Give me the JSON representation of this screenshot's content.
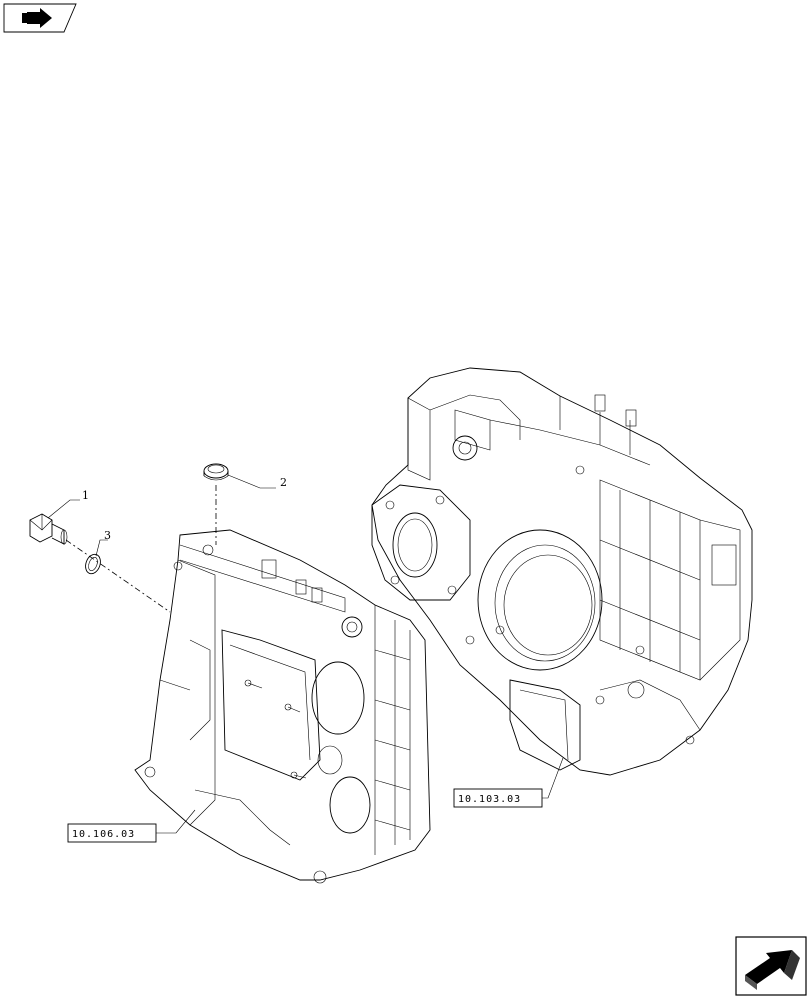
{
  "diagram": {
    "callouts": [
      {
        "id": "callout-1",
        "text": "1"
      },
      {
        "id": "callout-2",
        "text": "2"
      },
      {
        "id": "callout-3",
        "text": "3"
      }
    ],
    "references": {
      "front_housing": "10.106.03",
      "flywheel_housing": "10.103.03"
    },
    "icons": {
      "top_left": "header-arrow-icon",
      "bottom_right": "next-page-arrow-icon"
    }
  }
}
